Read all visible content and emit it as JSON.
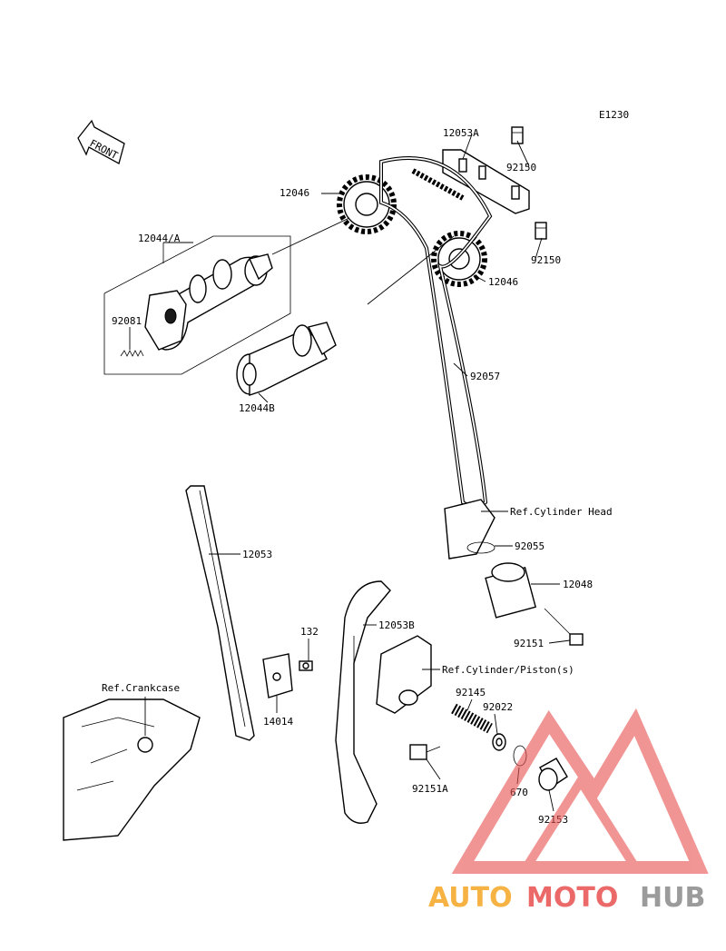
{
  "diagram": {
    "code": "E1230",
    "front_label": "FRONT",
    "parts": {
      "p12053A": "12053A",
      "p92150a": "92150",
      "p12046a": "12046",
      "p12044A": "12044/A",
      "p92150b": "92150",
      "p12046b": "12046",
      "p92081": "92081",
      "p92057": "92057",
      "p12044B": "12044B",
      "pRefHead": "Ref.Cylinder Head",
      "p12053": "12053",
      "p92055": "92055",
      "p12048": "12048",
      "p92151": "92151",
      "p132": "132",
      "p12053B": "12053B",
      "pRefCrank": "Ref.Crankcase",
      "pRefPiston": "Ref.Cylinder/Piston(s)",
      "p92145": "92145",
      "p92022": "92022",
      "p14014": "14014",
      "p92151A": "92151A",
      "p670": "670",
      "p92153": "92153"
    }
  },
  "watermark": {
    "part1": "AUTO",
    "part2": "MOTO",
    "part3": "HUB",
    "colors": {
      "orange": "#f5a623",
      "red": "#e8504e",
      "gray": "#8a8a8a"
    }
  }
}
